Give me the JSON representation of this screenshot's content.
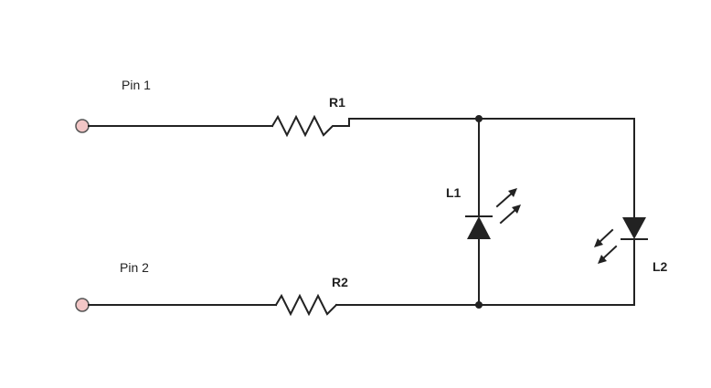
{
  "pins": [
    {
      "id": "pin1",
      "label": "Pin 1"
    },
    {
      "id": "pin2",
      "label": "Pin 2"
    }
  ],
  "components": [
    {
      "id": "R1",
      "type": "resistor",
      "label": "R1"
    },
    {
      "id": "R2",
      "type": "resistor",
      "label": "R2"
    },
    {
      "id": "L1",
      "type": "led",
      "label": "L1",
      "orientation": "anode-bottom"
    },
    {
      "id": "L2",
      "type": "led",
      "label": "L2",
      "orientation": "anode-top"
    }
  ],
  "colors": {
    "wire": "#222222",
    "pin_fill": "#f2c6c6",
    "pin_stroke": "#555555",
    "junction": "#222222"
  }
}
